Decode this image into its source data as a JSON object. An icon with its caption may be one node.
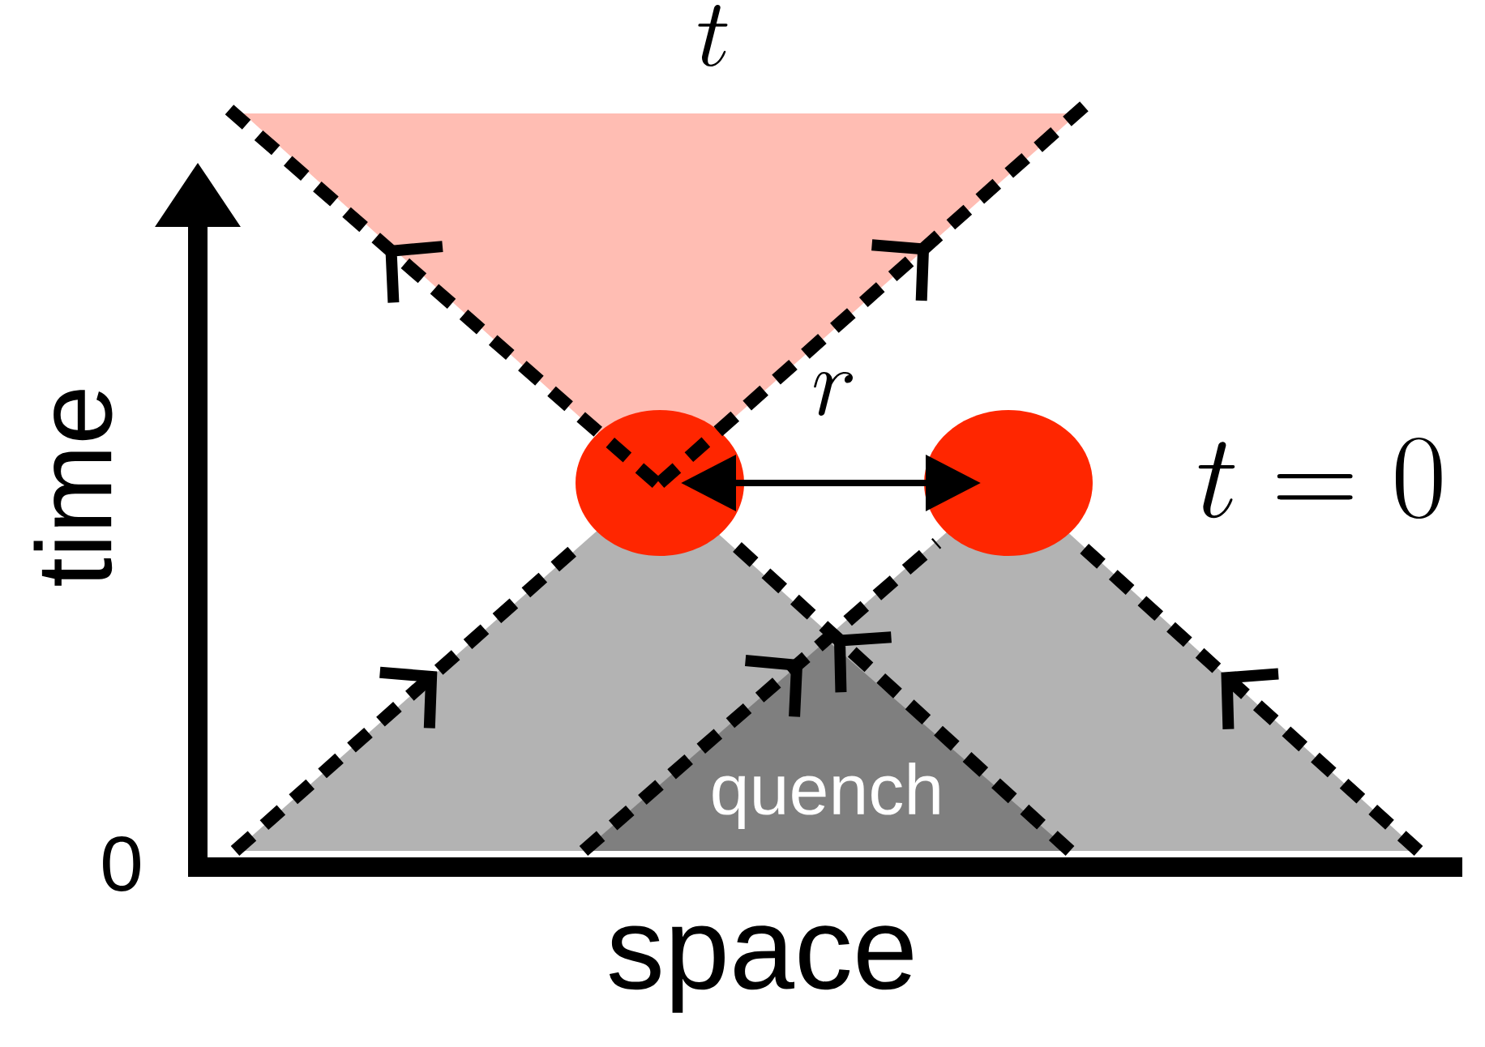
{
  "diagram": {
    "nodes": [
      {
        "text": [],
        "shape": "circle"
      },
      {
        "text": [],
        "shape": "circle"
      }
    ],
    "edges": [
      {
        "from": 0,
        "to": 1,
        "arrow": "both",
        "label": "r"
      }
    ],
    "labels": [
      "t",
      "time",
      "t=0",
      "0",
      "quench",
      "space"
    ]
  }
}
